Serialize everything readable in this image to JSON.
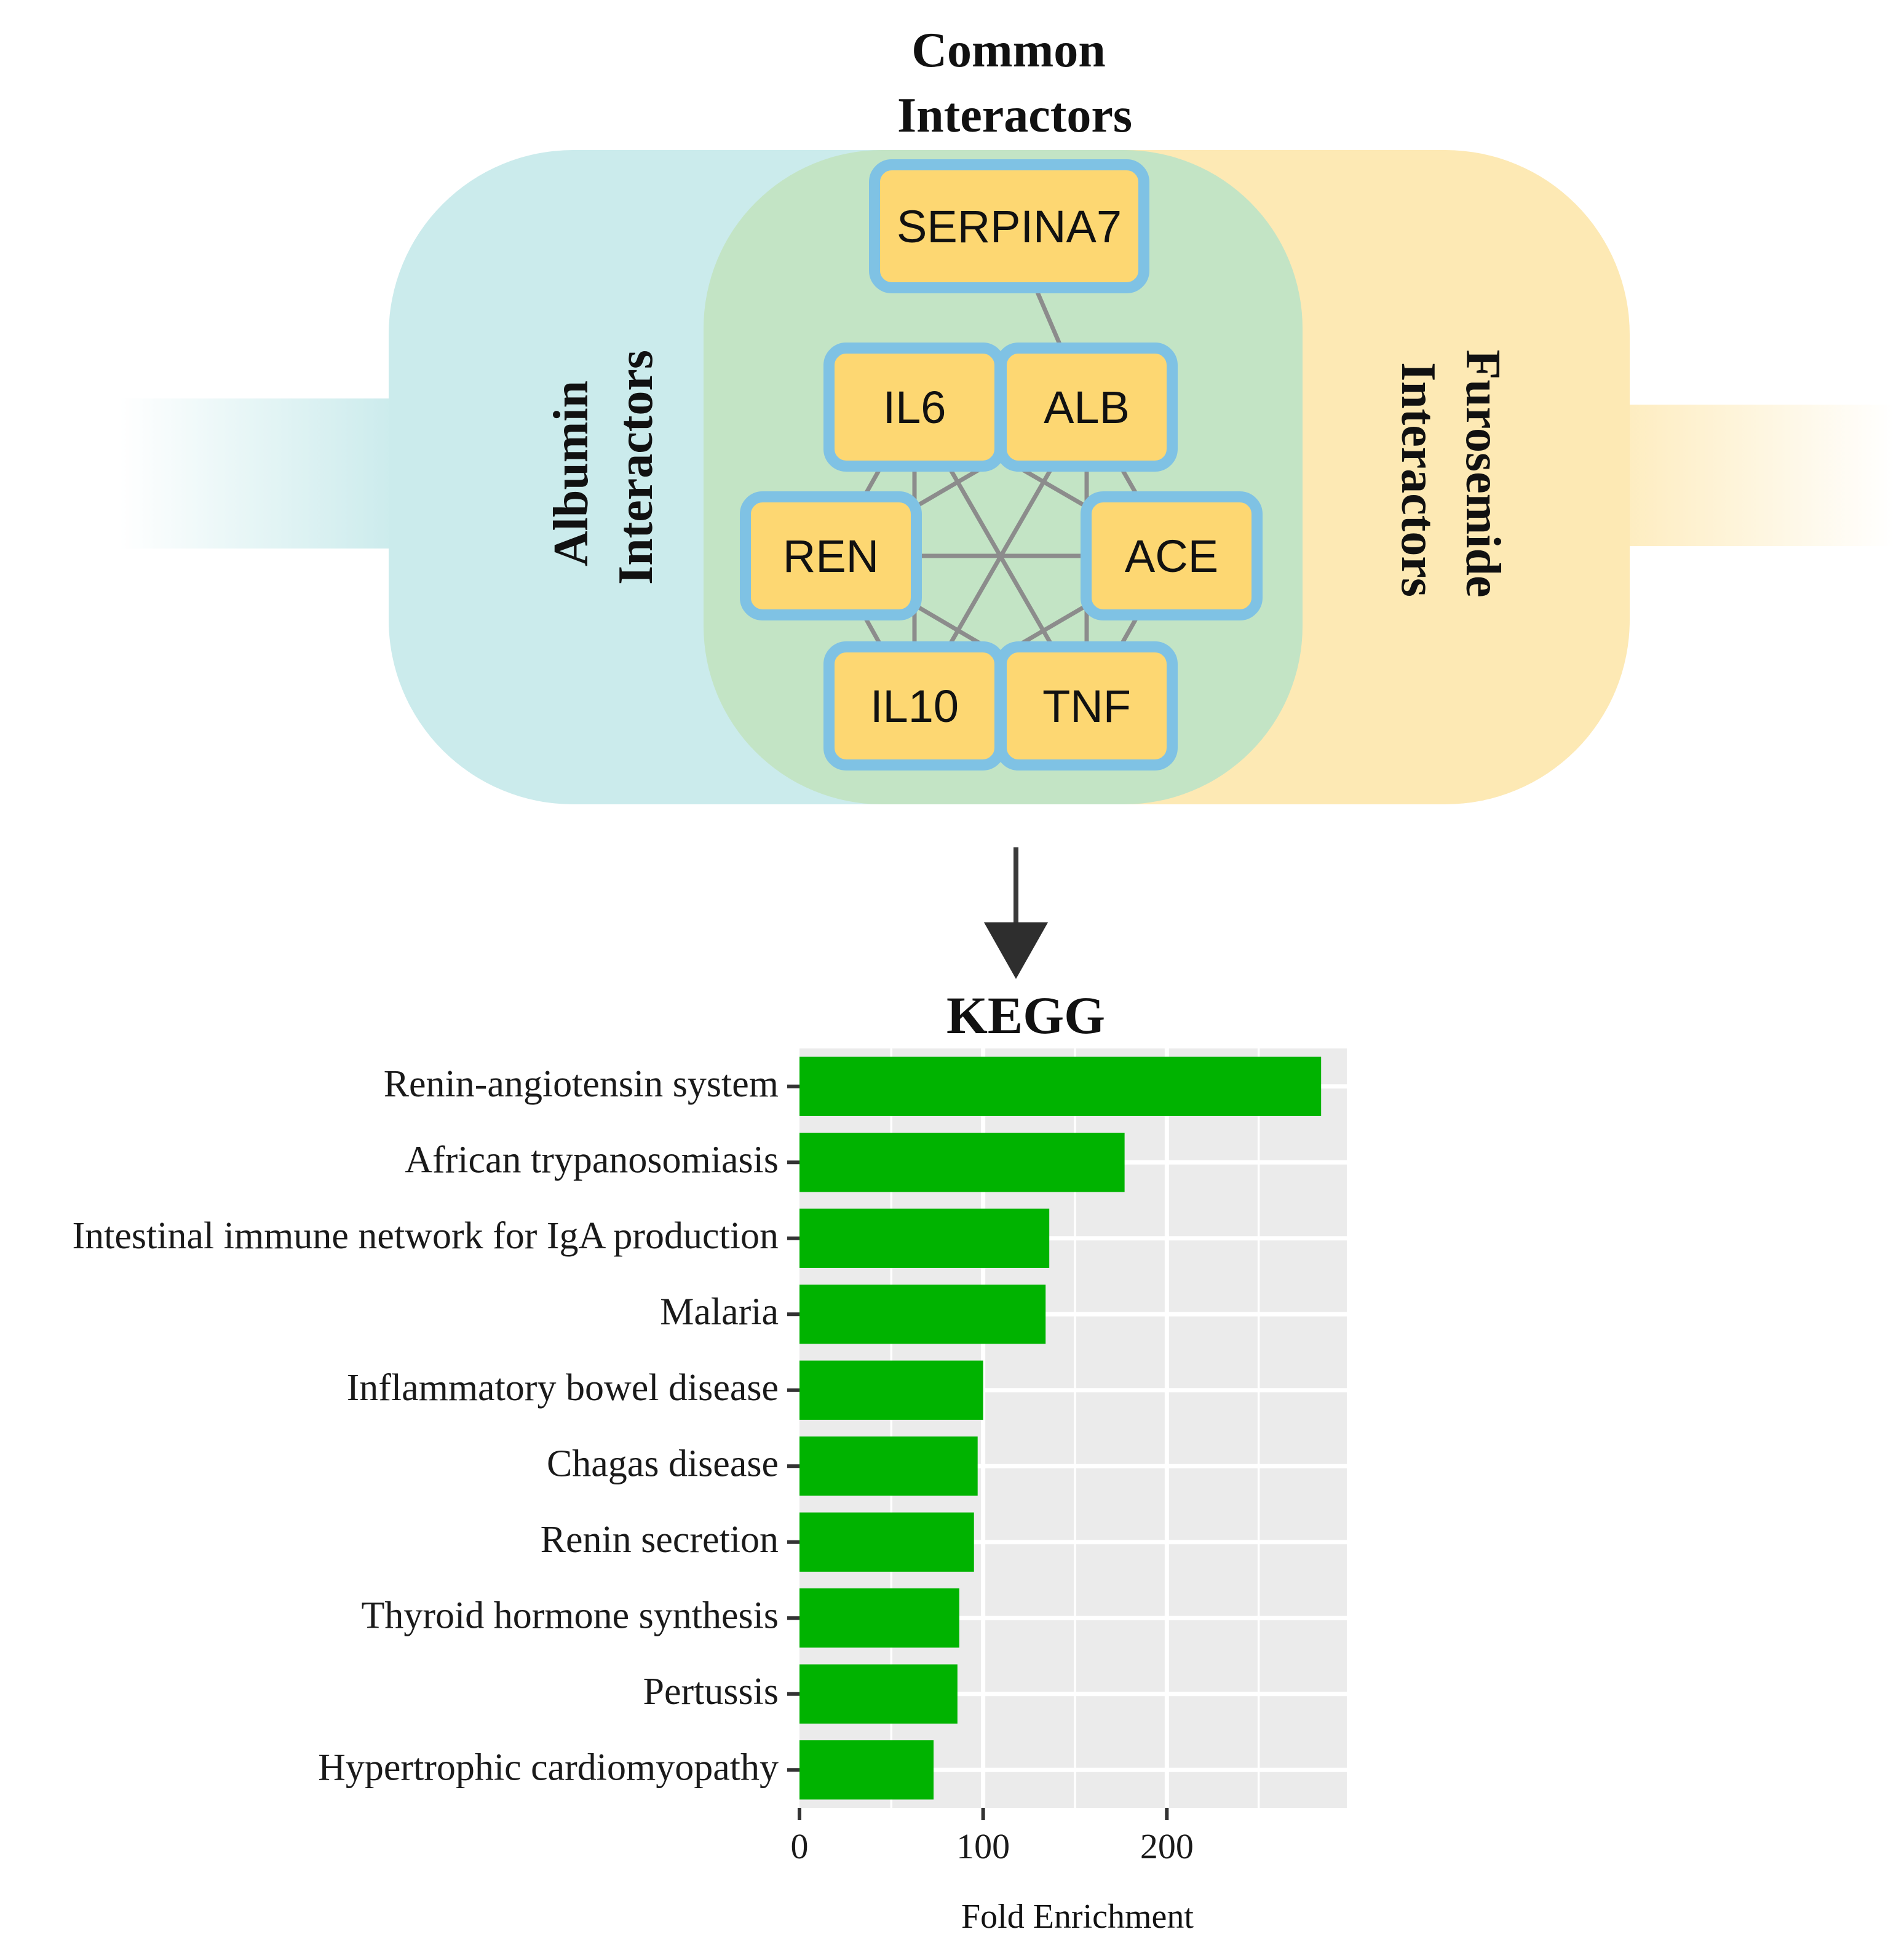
{
  "diagram": {
    "title_common": [
      "Common",
      "Interactors"
    ],
    "title_albumin": [
      "Albumin",
      "Interactors"
    ],
    "title_furosemide": [
      "Furosemide",
      "Interactors"
    ],
    "nodes": [
      {
        "id": "SERPINA7",
        "label": "SERPINA7"
      },
      {
        "id": "IL6",
        "label": "IL6"
      },
      {
        "id": "ALB",
        "label": "ALB"
      },
      {
        "id": "REN",
        "label": "REN"
      },
      {
        "id": "ACE",
        "label": "ACE"
      },
      {
        "id": "IL10",
        "label": "IL10"
      },
      {
        "id": "TNF",
        "label": "TNF"
      }
    ],
    "colors": {
      "albumin_region": "#cbebec",
      "furosemide_region": "#fde9b4",
      "common_region": "#c3e4c5",
      "node_fill": "#fdd772",
      "node_border": "#7fc2e4",
      "edge": "#8c8c8c"
    }
  },
  "chart_data": {
    "type": "bar",
    "orientation": "horizontal",
    "title": "KEGG",
    "xlabel": "Fold Enrichment",
    "ylabel": "",
    "xlim": [
      0,
      298
    ],
    "xticks": [
      0,
      100,
      200
    ],
    "grid": true,
    "bar_color": "#00b300",
    "panel_color": "#ebebeb",
    "categories": [
      "Renin-angiotensin system",
      "African trypanosomiasis",
      "Intestinal immune network for IgA production",
      "Malaria",
      "Inflammatory bowel disease",
      "Chagas disease",
      "Renin secretion",
      "Thyroid hormone synthesis",
      "Pertussis",
      "Hypertrophic cardiomyopathy"
    ],
    "values": [
      284,
      177,
      136,
      134,
      100,
      97,
      95,
      87,
      86,
      73
    ]
  }
}
